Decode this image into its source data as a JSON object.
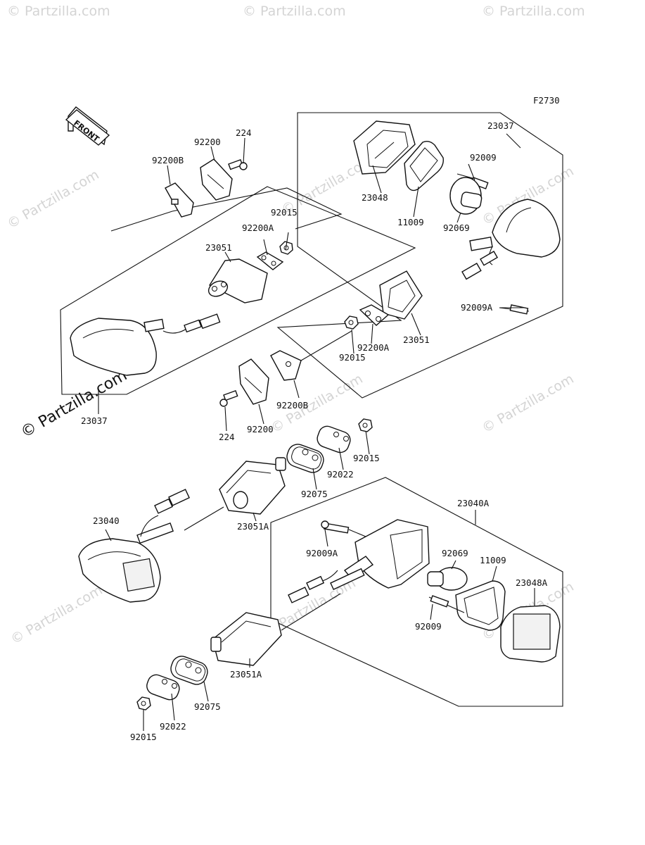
{
  "figure_code": "F2730",
  "front_label": "FRONT",
  "watermark": {
    "small": "© Partzilla.com",
    "main": "© Partzilla.com"
  },
  "parts": {
    "p_23037_top": "23037",
    "p_23037_left": "23037",
    "p_23048": "23048",
    "p_23048A": "23048A",
    "p_11009_top": "11009",
    "p_11009_bottom": "11009",
    "p_92009_top": "92009",
    "p_92009_bottom": "92009",
    "p_92069_top": "92069",
    "p_92069_bottom": "92069",
    "p_92009A_top": "92009A",
    "p_92009A_bottom": "92009A",
    "p_23051_upper": "23051",
    "p_23051_right": "23051",
    "p_92200A_upper": "92200A",
    "p_92200A_right": "92200A",
    "p_92015_upper": "92015",
    "p_92015_right": "92015",
    "p_92015_mid": "92015",
    "p_92015_bottom": "92015",
    "p_92200B_top": "92200B",
    "p_92200B_mid": "92200B",
    "p_92200_top": "92200",
    "p_92200_mid": "92200",
    "p_224_top": "224",
    "p_224_mid": "224",
    "p_23040": "23040",
    "p_23040A": "23040A",
    "p_23051A_upper": "23051A",
    "p_23051A_lower": "23051A",
    "p_92075_upper": "92075",
    "p_92075_lower": "92075",
    "p_92022_upper": "92022",
    "p_92022_lower": "92022"
  }
}
